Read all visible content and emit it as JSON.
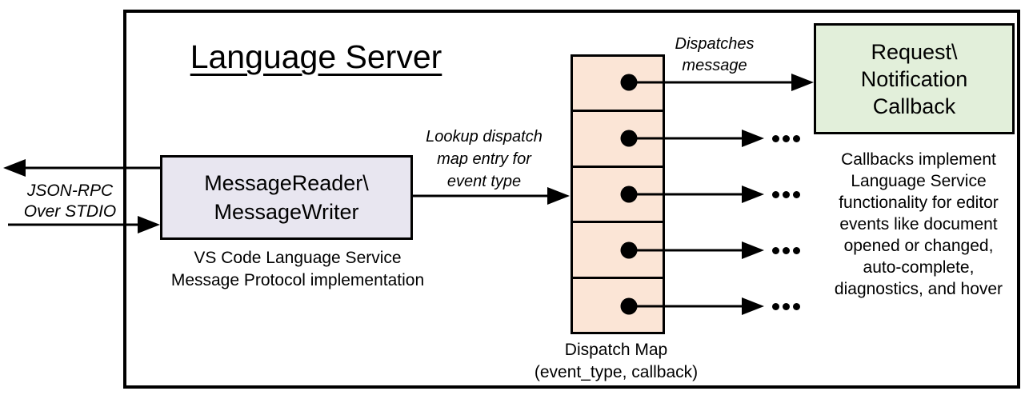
{
  "title": "Language Server",
  "colors": {
    "reader_fill": "#E8E6F0",
    "dispatch_fill": "#FBE5D6",
    "callback_fill": "#E2EFDA",
    "line": "#000000"
  },
  "left_channel": {
    "label": "JSON-RPC\nOver STDIO"
  },
  "reader": {
    "label": "MessageReader\\\nMessageWriter",
    "caption": "VS Code Language Service\nMessage Protocol implementation"
  },
  "lookup_arrow": {
    "label": "Lookup dispatch\nmap entry for\nevent type"
  },
  "dispatch_map": {
    "rows": 5,
    "caption": "Dispatch Map\n(event_type, callback)"
  },
  "dispatch_arrow": {
    "label": "Dispatches\nmessage"
  },
  "callback_box": {
    "label": "Request\\\nNotification\nCallback"
  },
  "callbacks_note": "Callbacks implement\nLanguage Service\nfunctionality for editor\nevents like document\nopened or changed,\nauto-complete,\ndiagnostics, and hover"
}
